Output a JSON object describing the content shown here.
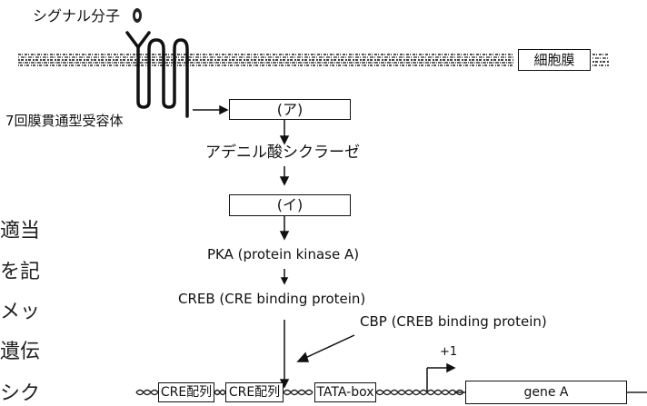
{
  "diagram": {
    "signal_molecule": "シグナル分子",
    "cell_membrane": "細胞膜",
    "receptor": "7回膜貫通型受容体",
    "box_a": "(ア)",
    "adenylate_cyclase": "アデニル酸シクラーゼ",
    "box_i": "(イ)",
    "pka": "PKA (protein kinase A)",
    "creb": "CREB (CRE binding protein)",
    "cbp": "CBP (CREB binding protein)",
    "tss": "+1",
    "cre1": "CRE配列",
    "cre2": "CRE配列",
    "tata": "TATA-box",
    "gene": "gene A"
  },
  "side_text": [
    "適当",
    "を記",
    "メッ",
    "遺伝",
    "シク"
  ]
}
